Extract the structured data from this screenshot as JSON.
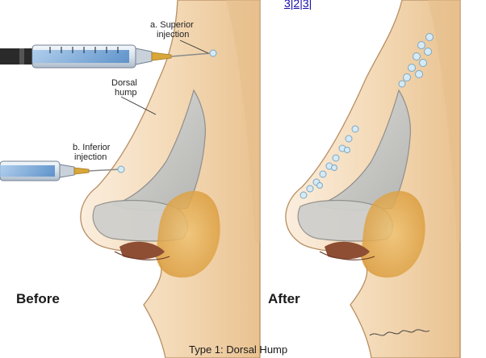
{
  "top_link_fragment": "3|2|3|",
  "labels": {
    "superior_line1": "a. Superior",
    "superior_line2": "injection",
    "dorsal_line1": "Dorsal",
    "dorsal_line2": "hump",
    "inferior_line1": "b. Inferior",
    "inferior_line2": "injection",
    "before": "Before",
    "after": "After",
    "caption": "Type 1: Dorsal Hump"
  },
  "colors": {
    "skin": "#f2d6b2",
    "skin_shadow": "#e7be8c",
    "cartilage": "#c9c9c6",
    "cartilage_edge": "#8f8f8c",
    "fat": "#e5b053",
    "nostril": "#b06a4c",
    "filler": "#cfe6f2",
    "syringe_blue": "#4f8fd0",
    "needle_gold": "#d9a63a"
  }
}
